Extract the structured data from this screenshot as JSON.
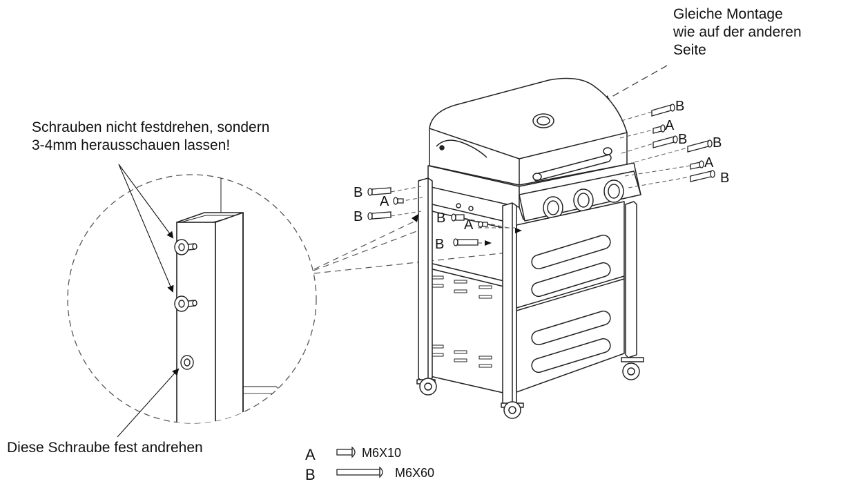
{
  "notes": {
    "same_assembly": [
      "Gleiche Montage",
      "wie auf der anderen",
      "Seite"
    ],
    "do_not_tighten": [
      "Schrauben nicht festdrehen, sondern",
      "3-4mm herausschauen lassen!"
    ],
    "tighten_screw": "Diese Schraube fest andrehen"
  },
  "labels": {
    "a": "A",
    "b": "B"
  },
  "legend": {
    "a": {
      "letter": "A",
      "size": "M6X10"
    },
    "b": {
      "letter": "B",
      "size": "M6X60"
    }
  }
}
